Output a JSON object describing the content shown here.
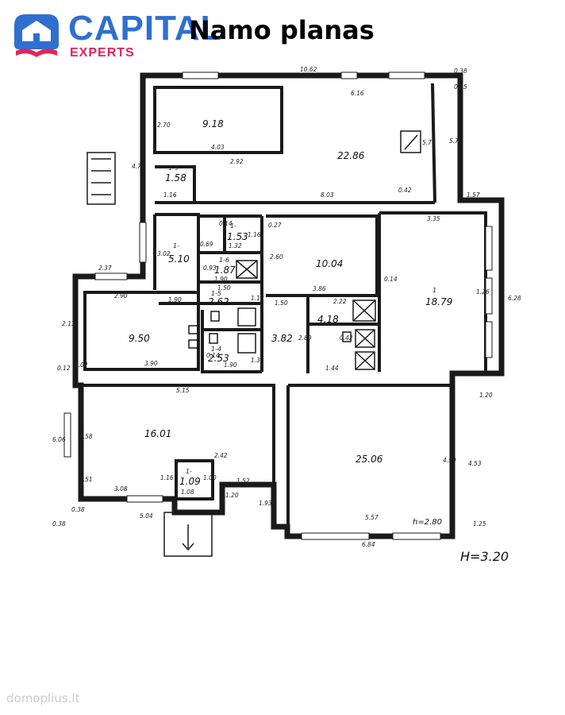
{
  "brand": {
    "name": "CAPITAL",
    "sub": "EXPERTS"
  },
  "title": "Namo planas",
  "watermark": "domoplius.lt",
  "height_note": "H=3.20",
  "sub_height_note": "h=2.80",
  "rooms": [
    {
      "id": "",
      "area": "9.18"
    },
    {
      "id": "",
      "area": "22.86"
    },
    {
      "id": "1-9",
      "area": "1.58"
    },
    {
      "id": "1-",
      "area": "1.53"
    },
    {
      "id": "1-",
      "area": "5.10"
    },
    {
      "id": "1-6",
      "area": "1.87"
    },
    {
      "id": "1-5",
      "area": "2.62"
    },
    {
      "id": "1-4",
      "area": "2.53"
    },
    {
      "id": "",
      "area": "10.04"
    },
    {
      "id": "1",
      "area": "18.79"
    },
    {
      "id": "",
      "area": "9.50"
    },
    {
      "id": "",
      "area": "3.82"
    },
    {
      "id": "",
      "area": "4.18"
    },
    {
      "id": "",
      "area": "16.01"
    },
    {
      "id": "1-",
      "area": "1.09"
    },
    {
      "id": "",
      "area": "25.06"
    }
  ],
  "dimensions": [
    "10.62",
    "0.38",
    "0.25",
    "6.16",
    "2.70",
    "4.03",
    "5.70",
    "5.77",
    "4.77",
    "2.92",
    "1.16",
    "8.03",
    "0.42",
    "1.57",
    "0.14",
    "1.32",
    "1.16",
    "0.27",
    "2.60",
    "3.35",
    "0.69",
    "3.02",
    "0.93",
    "1.90",
    "1.90",
    "3.86",
    "0.14",
    "1.26",
    "6.28",
    "2.90",
    "1.50",
    "2.22",
    "1.50",
    "2.89",
    "1.44",
    "0.42",
    "3.90",
    "1.90",
    "1.39",
    "0.14",
    "1.18",
    "1.20",
    "5.15",
    "3.58",
    "2.42",
    "0.51",
    "3.08",
    "1.16",
    "1.00",
    "1.08",
    "1.20",
    "1.52",
    "1.93",
    "4.50",
    "4.53",
    "5.04",
    "5.57",
    "6.84",
    "0.38",
    "0.12",
    "0.38",
    "6.06",
    "2.13",
    "2.37",
    "1.02",
    "1.25"
  ]
}
